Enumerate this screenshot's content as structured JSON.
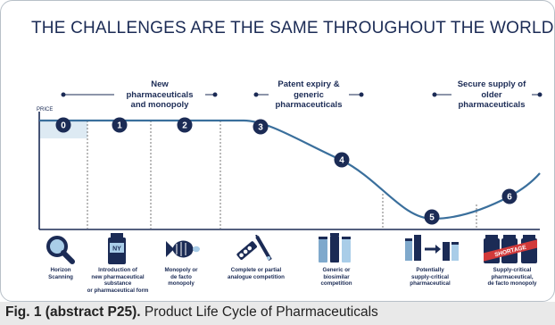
{
  "title": "THE CHALLENGES ARE THE SAME THROUGHOUT THE WORLD",
  "y_axis_label": "PRICE",
  "phases": [
    {
      "lines": [
        "New",
        "pharmaceuticals",
        "and monopoly"
      ]
    },
    {
      "lines": [
        "Patent expiry &",
        "generic",
        "pharmaceuticals"
      ]
    },
    {
      "lines": [
        "Secure supply of",
        "older",
        "pharmaceuticals"
      ]
    }
  ],
  "markers": [
    "0",
    "1",
    "2",
    "3",
    "4",
    "5",
    "6"
  ],
  "stages": [
    {
      "icon": "magnifier-icon",
      "lines": [
        "Horizon",
        "Scanning"
      ]
    },
    {
      "icon": "ny-vial-icon",
      "badge": "NY",
      "lines": [
        "Introduction of",
        "new pharmaceutical",
        "substance",
        "or pharmaceutical form"
      ]
    },
    {
      "icon": "fish-icon",
      "lines": [
        "Monopoly or",
        "de facto",
        "monopoly"
      ]
    },
    {
      "icon": "pills-syringe-icon",
      "lines": [
        "Complete or partial",
        "analogue competition"
      ]
    },
    {
      "icon": "generic-vials-icon",
      "lines": [
        "Generic or",
        "biosimilar",
        "competition"
      ]
    },
    {
      "icon": "vials-arrow-icon",
      "lines": [
        "Potentially",
        "supply-critical",
        "pharmaceutical"
      ]
    },
    {
      "icon": "shortage-vials-icon",
      "badge": "SHORTAGE",
      "lines": [
        "Supply-critical",
        "pharmaceutical,",
        "de facto monopoly"
      ]
    }
  ],
  "colors": {
    "navy": "#1b2b55",
    "blue": "#3a6f9c",
    "highlight": "#ddeaf3",
    "lightblue": "#a9cde8"
  },
  "caption": {
    "label": "Fig. 1 (abstract P25).",
    "text": " Product Life Cycle of Pharmaceuticals"
  }
}
